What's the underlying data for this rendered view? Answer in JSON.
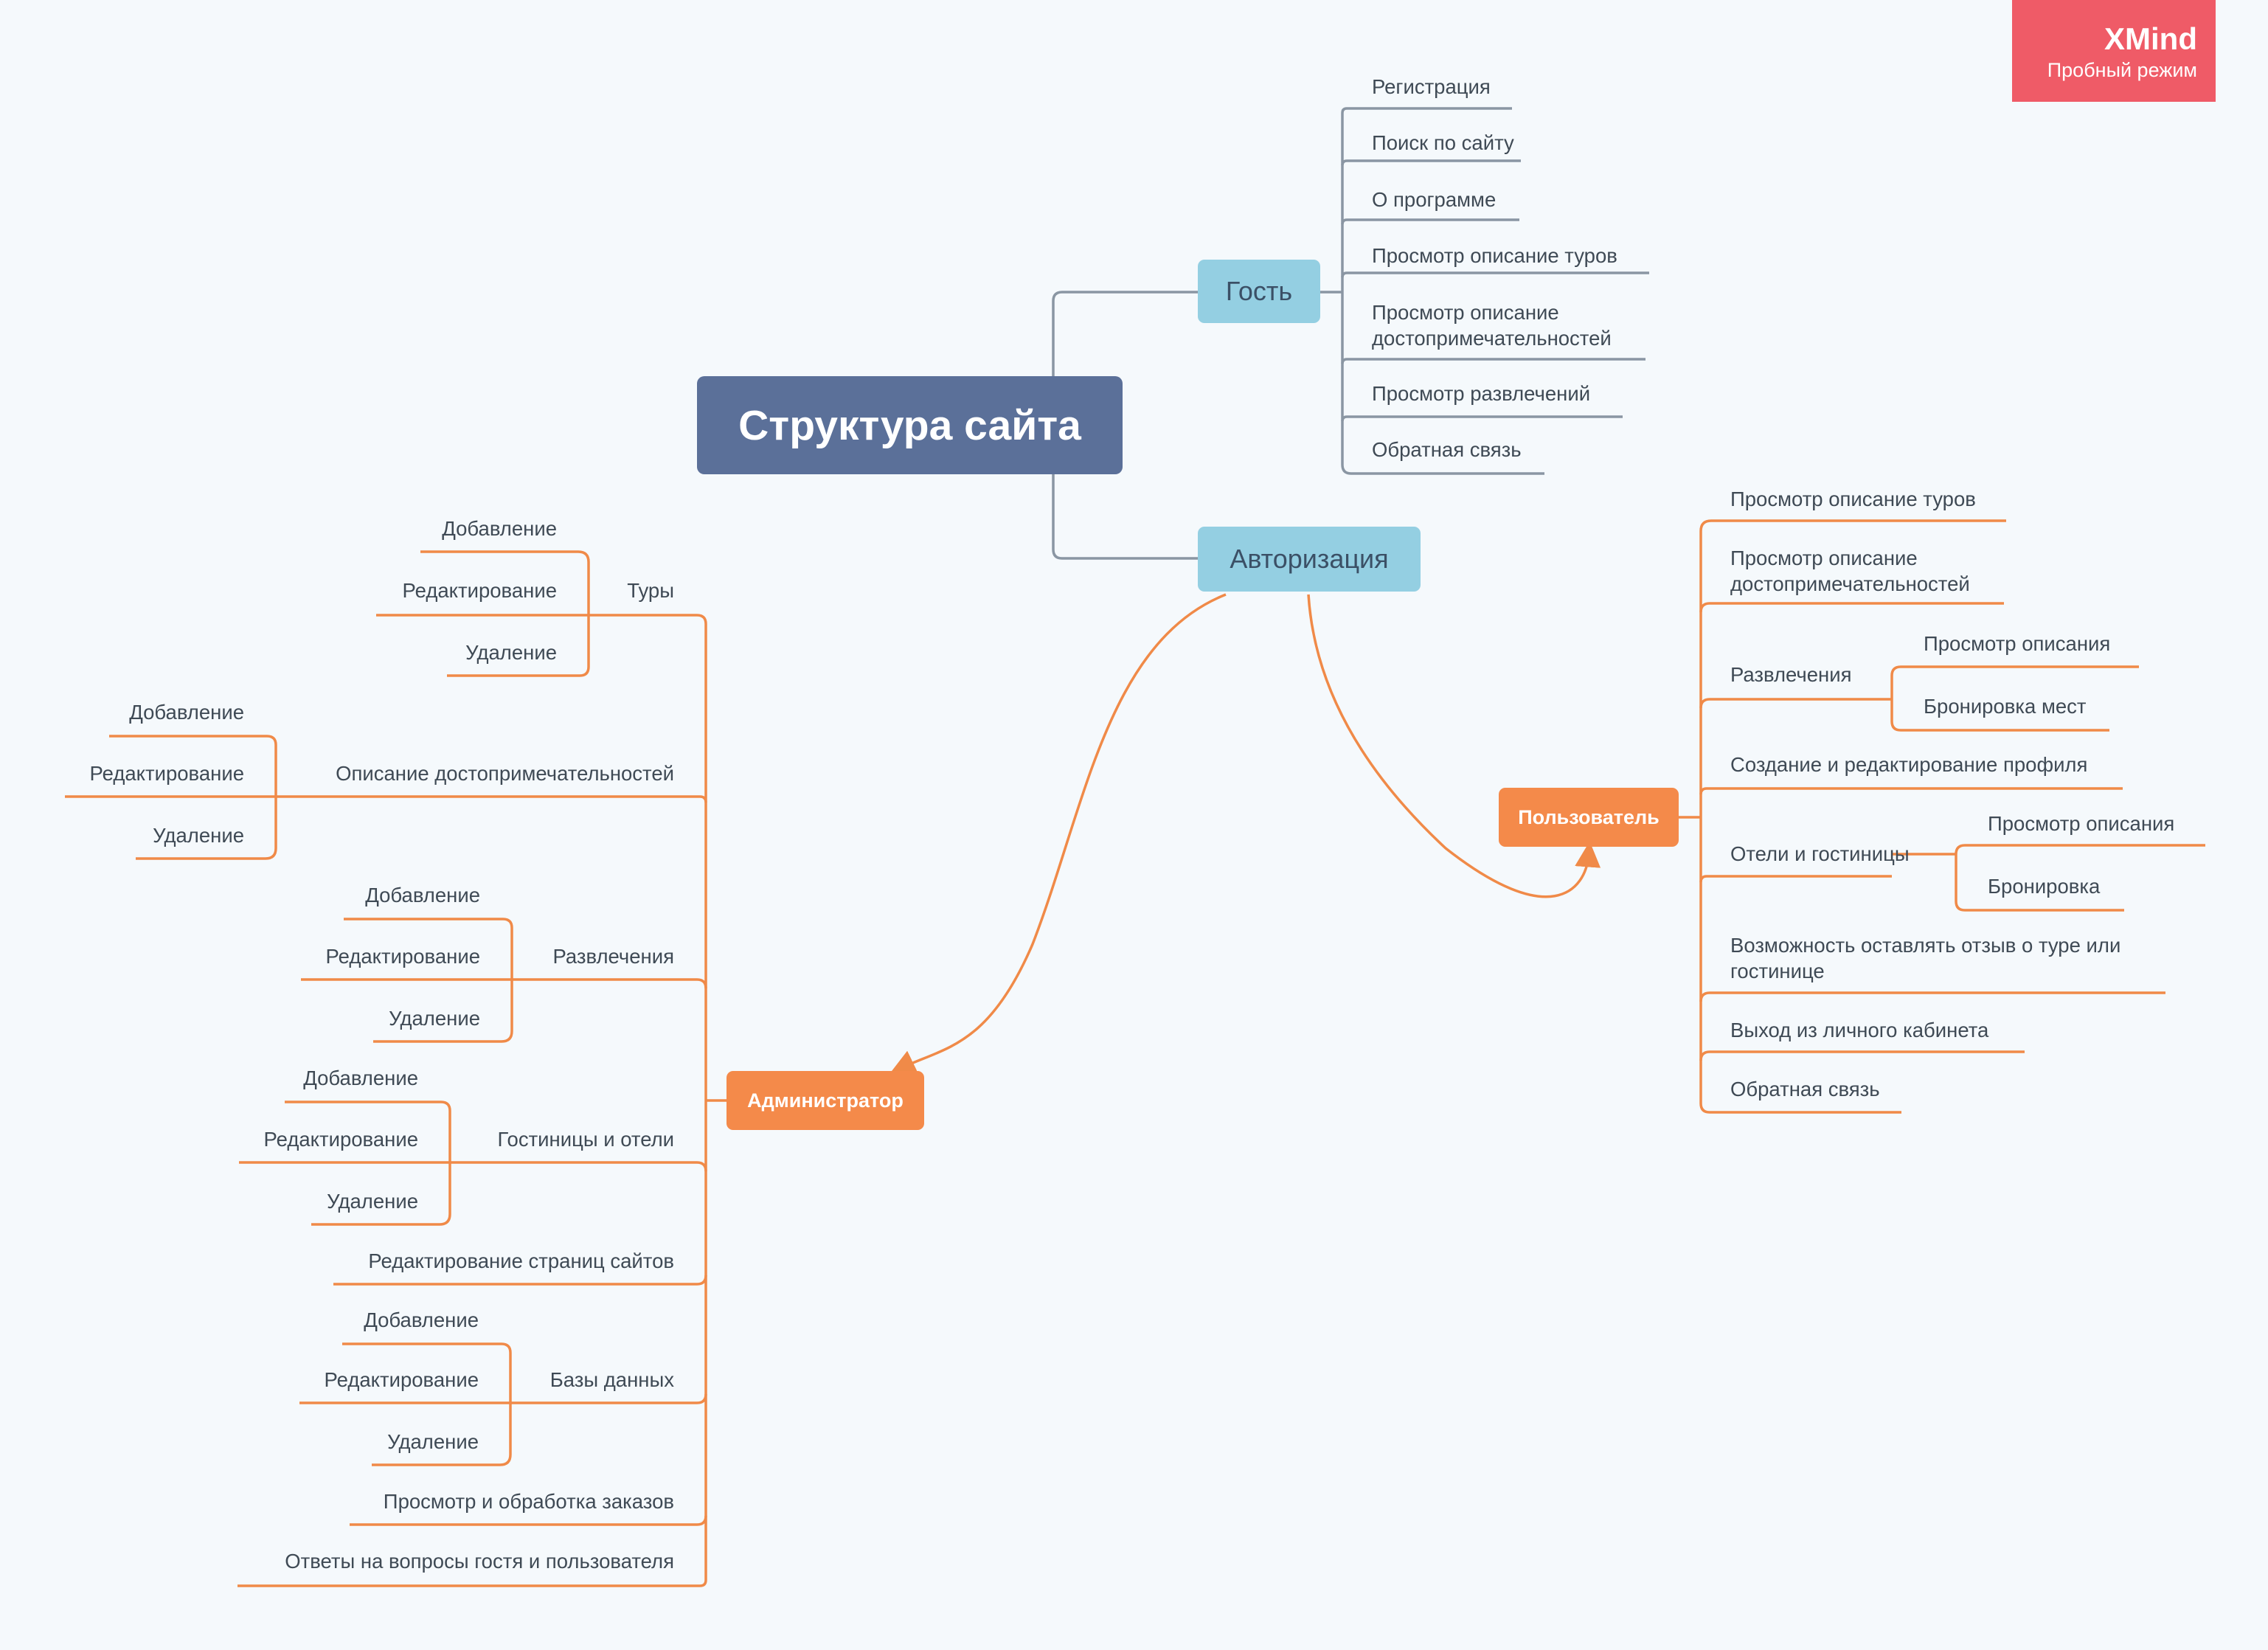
{
  "watermark": {
    "brand": "XMind",
    "mode": "Пробный режим"
  },
  "root": "Структура сайта",
  "guest": {
    "label": "Гость",
    "items": [
      "Регистрация",
      "Поиск по сайту",
      "О программе",
      "Просмотр описание туров",
      "Просмотр описание\nдостопримечательностей",
      "Просмотр развлечений",
      "Обратная связь"
    ]
  },
  "auth": {
    "label": "Авторизация"
  },
  "user": {
    "label": "Пользователь",
    "items": [
      "Просмотр описание туров",
      "Просмотр описание\nдостопримечательностей",
      "Развлечения",
      "Создание и редактирование профиля",
      "Отели и гостиницы",
      "Возможность оставлять отзыв о туре или\nгостинице",
      "Выход из личного кабинета",
      "Обратная связь"
    ],
    "entertainment_sub": [
      "Просмотр описания",
      "Бронировка мест"
    ],
    "hotels_sub": [
      "Просмотр описания",
      "Бронировка"
    ]
  },
  "admin": {
    "label": "Администратор",
    "items": [
      "Туры",
      "Описание достопримечательностей",
      "Развлечения",
      "Гостиницы и отели",
      "Редактирование страниц сайтов",
      "Базы данных",
      "Просмотр и обработка заказов",
      "Ответы на  вопросы гостя и пользователя"
    ],
    "sub": [
      "Добавление",
      "Редактирование",
      "Удаление"
    ]
  },
  "colors": {
    "root": "#5b7099",
    "blue_node": "#94cfe2",
    "orange_node": "#f48a4a",
    "grey_line": "#8a96a3",
    "orange_line": "#f08a48",
    "badge": "#ef5b67"
  }
}
